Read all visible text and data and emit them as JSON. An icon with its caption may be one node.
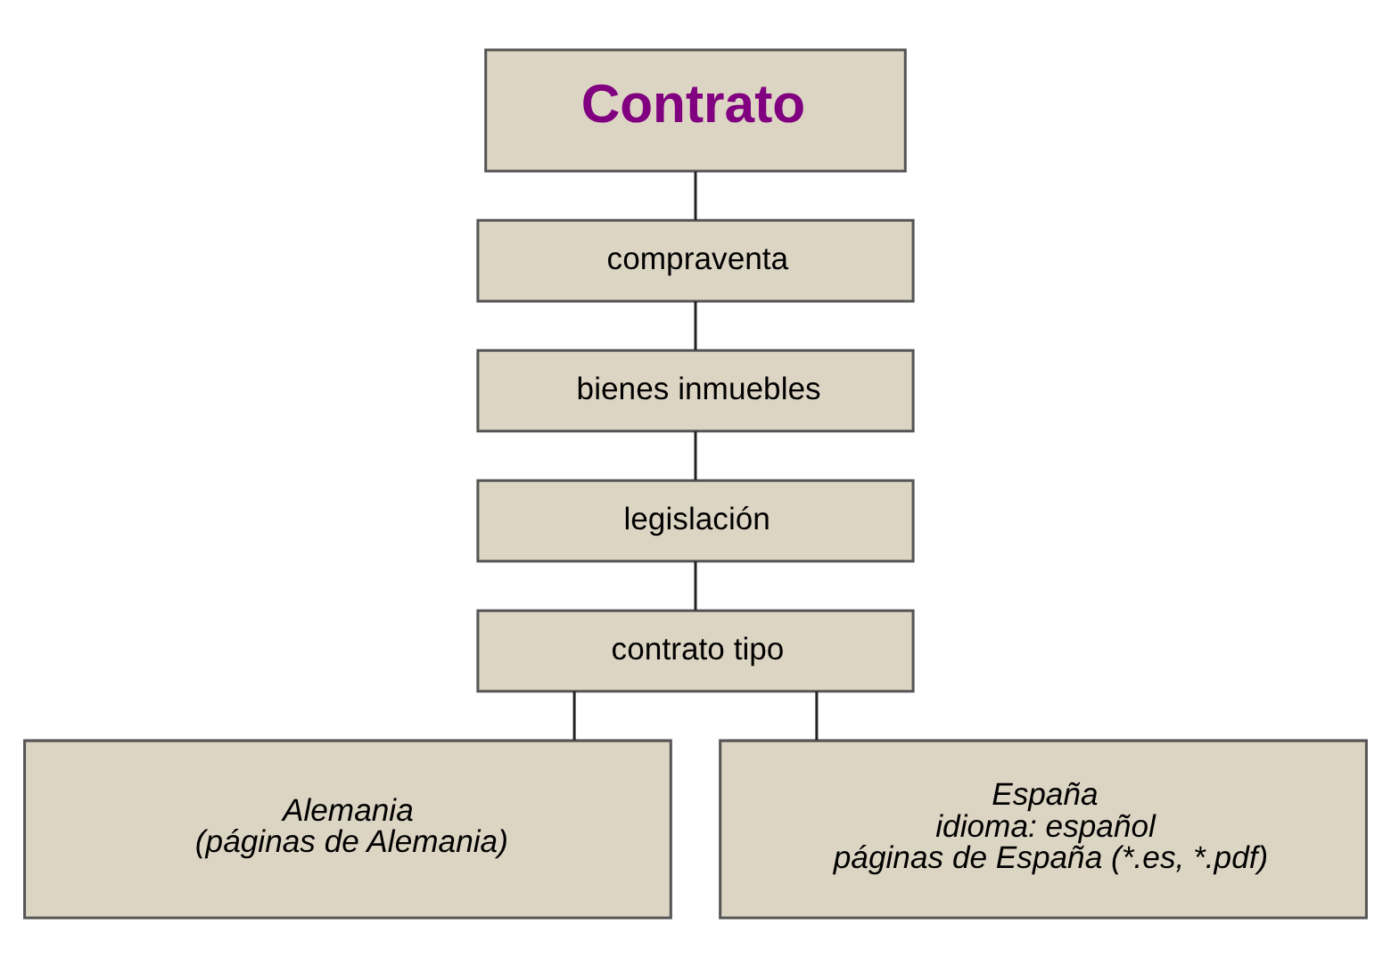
{
  "diagram": {
    "nodes": [
      {
        "text": [
          "Contrato"
        ]
      },
      {
        "text": [
          "compraventa"
        ]
      },
      {
        "text": [
          "bienes inmuebles"
        ]
      },
      {
        "text": [
          "legislación"
        ]
      },
      {
        "text": [
          "contrato tipo"
        ]
      },
      {
        "text": [
          "Alemania",
          "(páginas de Alemania)"
        ]
      },
      {
        "text": [
          "España",
          "idioma: español",
          "páginas de España (*.es, *.pdf)"
        ]
      }
    ],
    "edges": [
      {
        "from": 0,
        "to": 1,
        "arrow": "none"
      },
      {
        "from": 1,
        "to": 2,
        "arrow": "none"
      },
      {
        "from": 2,
        "to": 3,
        "arrow": "none"
      },
      {
        "from": 3,
        "to": 4,
        "arrow": "none"
      },
      {
        "from": 4,
        "to": 5,
        "arrow": "none"
      },
      {
        "from": 4,
        "to": 6,
        "arrow": "none"
      }
    ]
  }
}
